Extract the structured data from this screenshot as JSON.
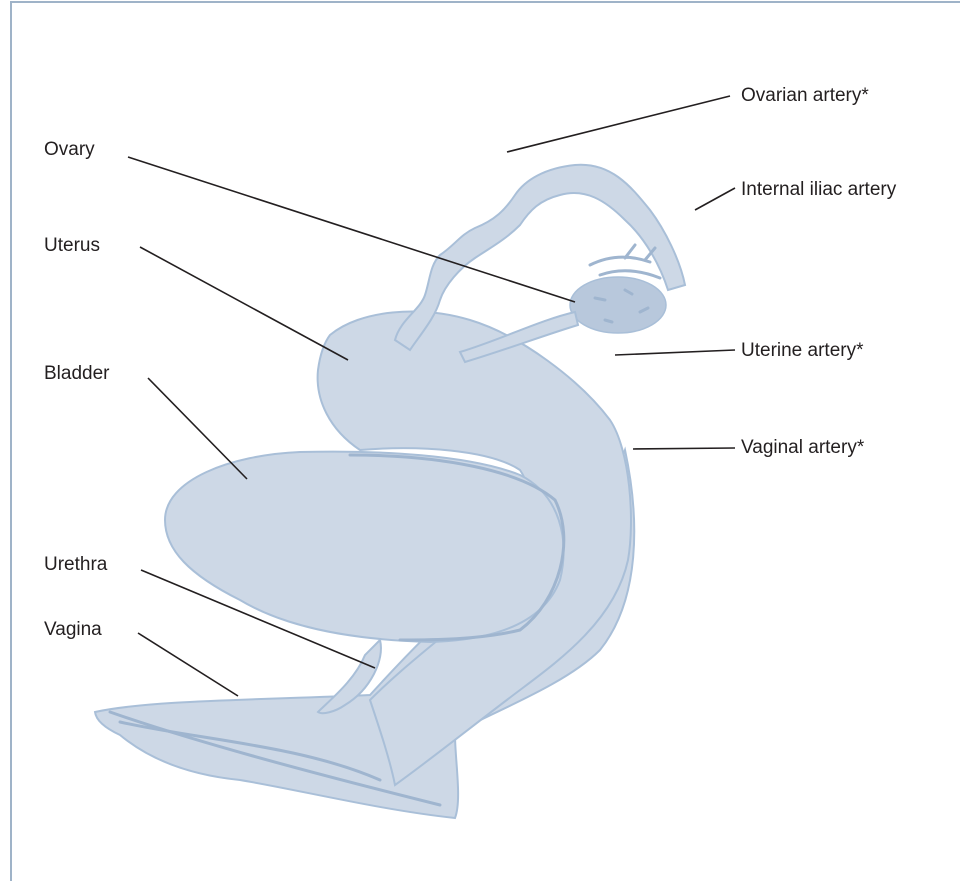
{
  "labels": {
    "ovarian_artery": "Ovarian artery*",
    "internal_iliac_artery": "Internal iliac artery",
    "uterine_artery": "Uterine artery*",
    "vaginal_artery": "Vaginal artery*",
    "ovary": "Ovary",
    "uterus": "Uterus",
    "bladder": "Bladder",
    "urethra": "Urethra",
    "vagina": "Vagina"
  }
}
